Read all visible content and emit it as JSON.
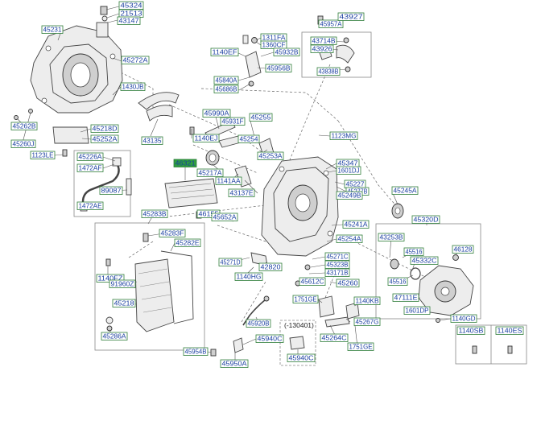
{
  "parts": [
    {
      "id": "p0",
      "no": "45324"
    },
    {
      "id": "p1",
      "no": "21513"
    },
    {
      "id": "p2",
      "no": "43147"
    },
    {
      "id": "p3",
      "no": "45231"
    },
    {
      "id": "p4",
      "no": "45272A"
    },
    {
      "id": "p5",
      "no": "1430JB"
    },
    {
      "id": "p6",
      "no": "45262B"
    },
    {
      "id": "p7",
      "no": "45218D"
    },
    {
      "id": "p8",
      "no": "45252A"
    },
    {
      "id": "p9",
      "no": "45260J"
    },
    {
      "id": "p10",
      "no": "43135"
    },
    {
      "id": "p11",
      "no": "1123LE"
    },
    {
      "id": "p12",
      "no": "45957A"
    },
    {
      "id": "p13",
      "no": "43927"
    },
    {
      "id": "p14",
      "no": "1311FA"
    },
    {
      "id": "p15",
      "no": "1360CF"
    },
    {
      "id": "p16",
      "no": "43714B"
    },
    {
      "id": "p17",
      "no": "43926"
    },
    {
      "id": "p18",
      "no": "1140EF"
    },
    {
      "id": "p19",
      "no": "45932B"
    },
    {
      "id": "p20",
      "no": "45956B"
    },
    {
      "id": "p21",
      "no": "43838B"
    },
    {
      "id": "p22",
      "no": "45840A"
    },
    {
      "id": "p23",
      "no": "45686B"
    },
    {
      "id": "p24",
      "no": "45990A"
    },
    {
      "id": "p25",
      "no": "45931F"
    },
    {
      "id": "p26",
      "no": "45255"
    },
    {
      "id": "p27",
      "no": "1140EJ"
    },
    {
      "id": "p28",
      "no": "45254"
    },
    {
      "id": "p29",
      "no": "1123MG"
    },
    {
      "id": "p30",
      "no": "45226A"
    },
    {
      "id": "p31",
      "no": "45253A"
    },
    {
      "id": "p32",
      "no": "1472AF"
    },
    {
      "id": "p33",
      "no": "46321"
    },
    {
      "id": "p34",
      "no": "45217A"
    },
    {
      "id": "p35",
      "no": "45347"
    },
    {
      "id": "p36",
      "no": "1601DJ"
    },
    {
      "id": "p37",
      "no": "1141AA"
    },
    {
      "id": "p38",
      "no": "45227"
    },
    {
      "id": "p39",
      "no": "45277B"
    },
    {
      "id": "p40",
      "no": "89087"
    },
    {
      "id": "p41",
      "no": "43137E"
    },
    {
      "id": "p42",
      "no": "45249B"
    },
    {
      "id": "p43",
      "no": "45245A"
    },
    {
      "id": "p44",
      "no": "1472AE"
    },
    {
      "id": "p45",
      "no": "46155"
    },
    {
      "id": "p46",
      "no": "45283B"
    },
    {
      "id": "p47",
      "no": "45652A"
    },
    {
      "id": "p48",
      "no": "45241A"
    },
    {
      "id": "p49",
      "no": "45320D"
    },
    {
      "id": "p50",
      "no": "45283F"
    },
    {
      "id": "p51",
      "no": "45282E"
    },
    {
      "id": "p52",
      "no": "45254A"
    },
    {
      "id": "p53",
      "no": "43253B"
    },
    {
      "id": "p54",
      "no": "45516"
    },
    {
      "id": "p55",
      "no": "46128"
    },
    {
      "id": "p56",
      "no": "45332C"
    },
    {
      "id": "p57",
      "no": "45271C"
    },
    {
      "id": "p58",
      "no": "45323B"
    },
    {
      "id": "p59",
      "no": "45271D"
    },
    {
      "id": "p60",
      "no": "42820"
    },
    {
      "id": "p61",
      "no": "43171B"
    },
    {
      "id": "p62",
      "no": "1140FZ"
    },
    {
      "id": "p63",
      "no": "91960Z"
    },
    {
      "id": "p64",
      "no": "1140HG"
    },
    {
      "id": "p65",
      "no": "45612C"
    },
    {
      "id": "p66",
      "no": "45260"
    },
    {
      "id": "p67",
      "no": "45516"
    },
    {
      "id": "p68",
      "no": "47111E"
    },
    {
      "id": "p69",
      "no": "45218"
    },
    {
      "id": "p70",
      "no": "1751GE"
    },
    {
      "id": "p71",
      "no": "1140KB"
    },
    {
      "id": "p72",
      "no": "1601DP"
    },
    {
      "id": "p73",
      "no": "45286A"
    },
    {
      "id": "p74",
      "no": "45920B"
    },
    {
      "id": "p75",
      "no": "45267G"
    },
    {
      "id": "p76",
      "no": "1140GD"
    },
    {
      "id": "p77",
      "no": "45940C"
    },
    {
      "id": "p78",
      "no": "45264C"
    },
    {
      "id": "p79",
      "no": "1140SB"
    },
    {
      "id": "p80",
      "no": "1140ES"
    },
    {
      "id": "p81",
      "no": "1751GE"
    },
    {
      "id": "p82",
      "no": "45954B"
    },
    {
      "id": "p83",
      "no": "45940C"
    },
    {
      "id": "p84",
      "no": "45950A"
    }
  ],
  "notes": {
    "date_range": "(-130401)"
  },
  "colors": {
    "label_border": "#2f7d3a",
    "label_text": "#1a3fa0",
    "label_fill": "#ffffff",
    "label_highlight_fill": "#2e9e3e",
    "label_highlight_text": "#ffffff"
  }
}
